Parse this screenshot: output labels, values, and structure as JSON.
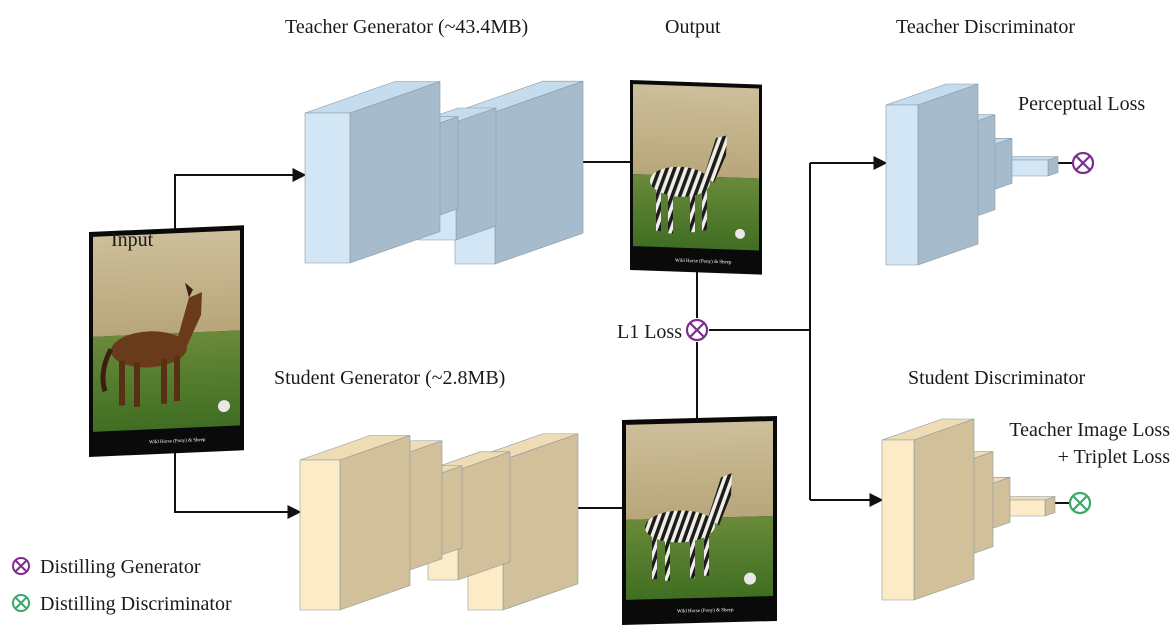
{
  "labels": {
    "teacher_generator": "Teacher Generator (~43.4MB)",
    "student_generator": "Student Generator (~2.8MB)",
    "output": "Output",
    "input": "Input",
    "teacher_discriminator": "Teacher Discriminator",
    "student_discriminator": "Student Discriminator",
    "l1_loss": "L1 Loss",
    "perceptual_loss": "Perceptual Loss",
    "teacher_image_loss": "Teacher Image Loss",
    "triplet_loss": "+ Triplet Loss"
  },
  "legend": {
    "generator": "Distilling Generator",
    "discriminator": "Distilling Discriminator"
  },
  "colors": {
    "teacher_front": "#d2e6f5",
    "teacher_side": "#a6bccc",
    "teacher_top": "#c4dcee",
    "student_front": "#fbebc6",
    "student_side": "#d2c09a",
    "student_top": "#eedcb4",
    "distill_generator": "#7b2e8e",
    "distill_discriminator": "#3aa86b"
  }
}
